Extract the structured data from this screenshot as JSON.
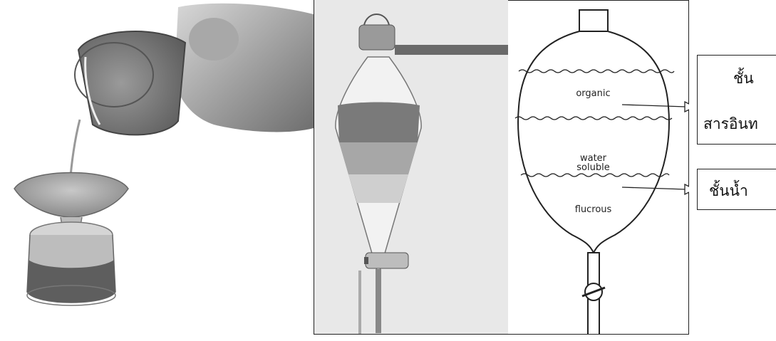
{
  "diagram": {
    "layer_labels": {
      "organic": "organic",
      "water_line1": "water",
      "water_line2": "soluble",
      "fluorous": "flucrous"
    },
    "callouts": {
      "organic_line1": "ชั้น",
      "organic_line2": "สารอินท",
      "water": "ชั้นน้ำ"
    }
  }
}
